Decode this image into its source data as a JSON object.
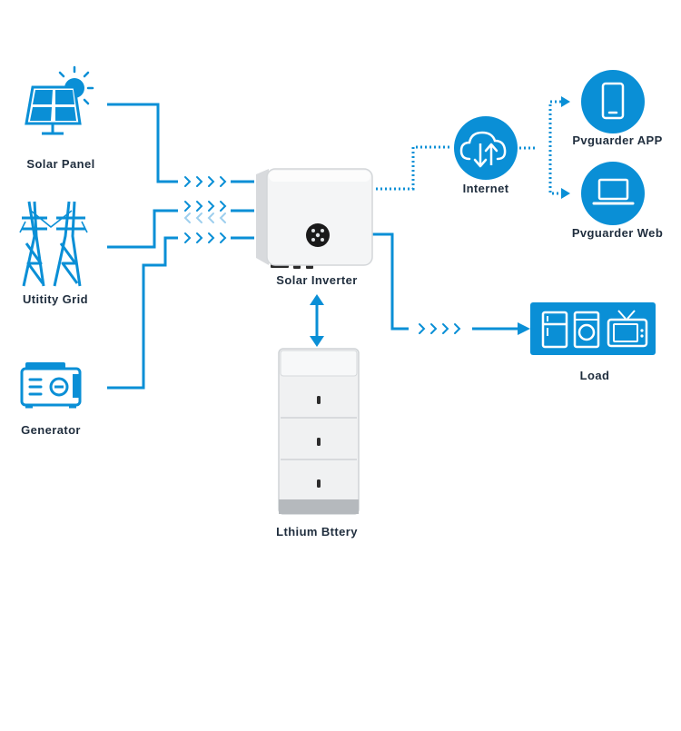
{
  "colors": {
    "accent": "#0a8fd6",
    "inverter_body": "#f4f5f6",
    "battery_body": "#f0f1f2"
  },
  "nodes": {
    "solar_panel": "Solar Panel",
    "utility_grid": "Utitity Grid",
    "generator": "Generator",
    "solar_inverter": "Solar Inverter",
    "lithium_battery": "Lthium Bttery",
    "internet": "Internet",
    "app": "Pvguarder APP",
    "web": "Pvguarder Web",
    "load": "Load"
  },
  "icons": {
    "solar_panel": "solar-panel-sun-icon",
    "utility_grid": "transmission-tower-icon",
    "generator": "generator-icon",
    "internet": "cloud-sync-icon",
    "app": "smartphone-icon",
    "web": "laptop-icon",
    "load": "appliances-icon"
  }
}
